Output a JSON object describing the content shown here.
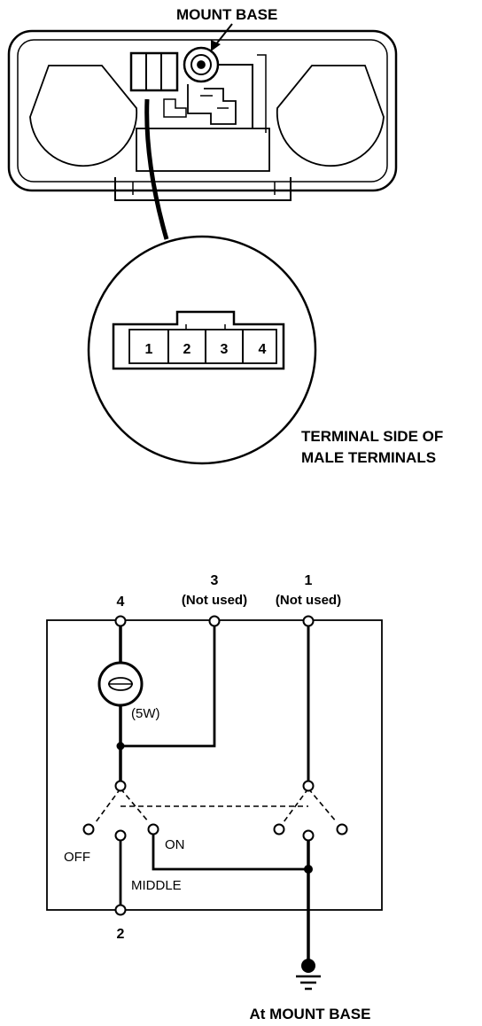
{
  "labels": {
    "mount_base": "MOUNT BASE",
    "terminal_side_line1": "TERMINAL SIDE OF",
    "terminal_side_line2": "MALE TERMINALS",
    "at_mount_base": "At MOUNT BASE"
  },
  "connector": {
    "pins": [
      "1",
      "2",
      "3",
      "4"
    ]
  },
  "schematic": {
    "terminal_4": "4",
    "terminal_3": "3",
    "terminal_1": "1",
    "terminal_2": "2",
    "not_used_3": "(Not used)",
    "not_used_1": "(Not used)",
    "bulb_rating": "(5W)",
    "switch_off": "OFF",
    "switch_on": "ON",
    "switch_middle": "MIDDLE"
  }
}
